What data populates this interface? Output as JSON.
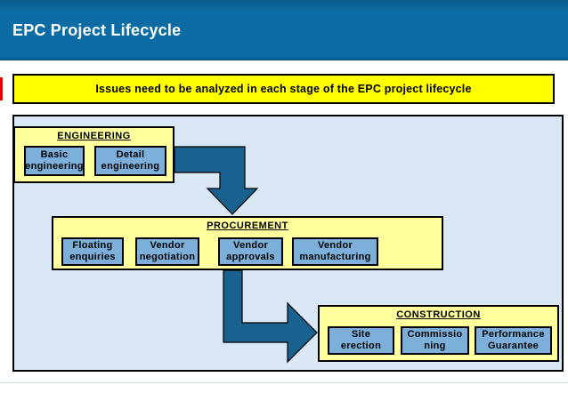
{
  "header": {
    "title": "EPC Project Lifecycle"
  },
  "banner": {
    "text": "Issues need to be analyzed in each stage of the EPC project lifecycle"
  },
  "stages": [
    {
      "title": "ENGINEERING",
      "items": [
        {
          "line1": "Basic",
          "line2": "engineering"
        },
        {
          "line1": "Detail",
          "line2": "engineering"
        }
      ]
    },
    {
      "title": "PROCUREMENT",
      "items": [
        {
          "line1": "Floating",
          "line2": "enquiries"
        },
        {
          "line1": "Vendor",
          "line2": "negotiation"
        },
        {
          "line1": "Vendor",
          "line2": "approvals"
        },
        {
          "line1": "Vendor",
          "line2": "manufacturing"
        }
      ]
    },
    {
      "title": "CONSTRUCTION",
      "items": [
        {
          "line1": "Site",
          "line2": "erection"
        },
        {
          "line1": "Commissio",
          "line2": "ning"
        },
        {
          "line1": "Performance",
          "line2": "Guarantee"
        }
      ]
    }
  ],
  "colors": {
    "header-blue": "#0d6ca4",
    "banner-yellow": "#ffff00",
    "panel-blue": "#d9e8f4",
    "stage-yellow": "#ffff9e",
    "item-blue": "#7cb0da",
    "arrow-blue": "#19618e",
    "text-black": "#000000",
    "red-edge": "#ee0000",
    "footer-line": "#cbd8e2"
  }
}
